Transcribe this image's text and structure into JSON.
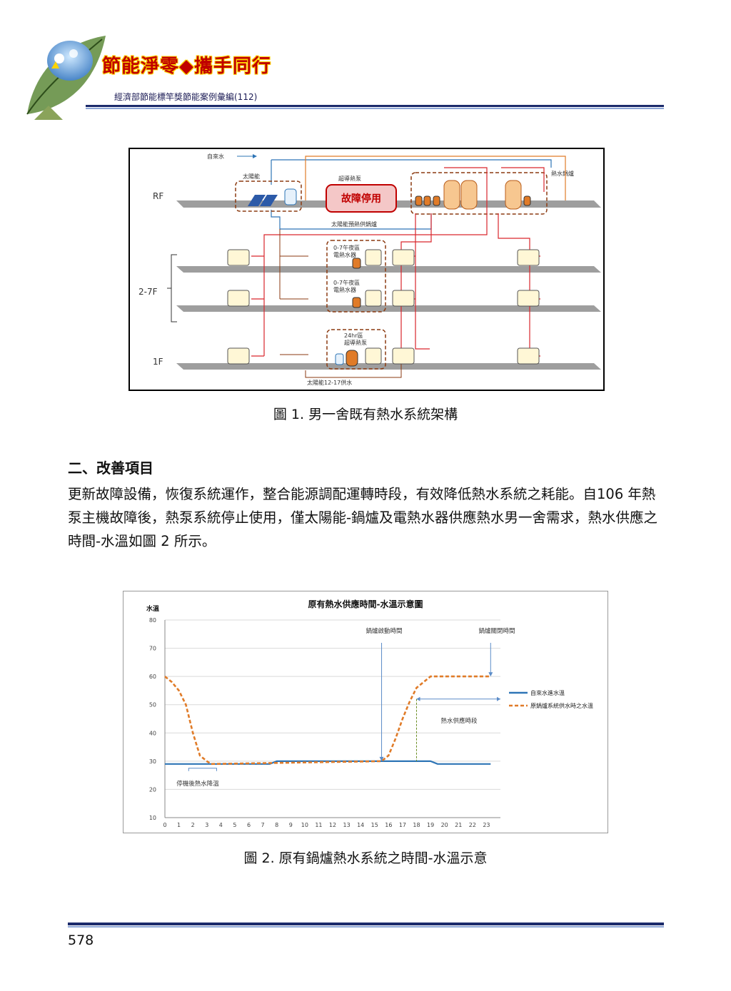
{
  "header": {
    "slogan": "節能淨零◆攜手同行",
    "subtitle": "經濟部節能標竿獎節能案例彙編(112)"
  },
  "figure1": {
    "floors": [
      "RF",
      "2-7F",
      "1F"
    ],
    "labels": {
      "tap_water": "自來水",
      "solar": "太陽能",
      "super_heat_pump": "超導熱泵",
      "fault_badge": "故障停用",
      "hot_water_boiler": "熱水鍋爐",
      "solar_preheat": "太陽能預熱供鍋爐",
      "night_zone_a": "0-7午夜區",
      "electric_heater_a": "電熱水器",
      "night_zone_b": "0-7午夜區",
      "electric_heater_b": "電熱水器",
      "zone_24hr": "24hr區",
      "super_heat_pump_1f": "超導熱泵",
      "solar_supply": "太陽能12-17供水"
    },
    "caption": "圖 1. 男一舍既有熱水系統架構"
  },
  "section": {
    "title": "二、改善項目",
    "paragraph": "更新故障設備，恢復系統運作，整合能源調配運轉時段，有效降低熱水系統之耗能。自106 年熱泵主機故障後，熱泵系統停止使用，僅太陽能-鍋爐及電熱水器供應熱水男一舍需求，熱水供應之時間-水溫如圖 2 所示。"
  },
  "chart_data": {
    "type": "line",
    "title": "原有熱水供應時間-水溫示意圖",
    "ylabel": "水溫",
    "xlabel": "",
    "ylim": [
      10,
      80
    ],
    "yticks": [
      10,
      20,
      30,
      40,
      50,
      60,
      70,
      80
    ],
    "xlim": [
      0,
      24
    ],
    "xticks": [
      0,
      1,
      2,
      3,
      4,
      5,
      6,
      7,
      8,
      9,
      10,
      11,
      12,
      13,
      14,
      15,
      16,
      17,
      18,
      19,
      20,
      21,
      22,
      23
    ],
    "grid": true,
    "legend_position": "right",
    "series": [
      {
        "name": "自來水進水溫",
        "color": "#2e75b6",
        "style": "solid",
        "x": [
          0,
          1,
          2,
          3,
          4,
          5,
          6,
          7,
          7.5,
          8,
          9,
          10,
          11,
          12,
          13,
          14,
          15,
          16,
          17,
          18,
          19,
          19.5,
          20,
          21,
          22,
          23.3
        ],
        "y": [
          29,
          29,
          29,
          29,
          29,
          29,
          29,
          29,
          29,
          30,
          30,
          30,
          30,
          30,
          30,
          30,
          30,
          30,
          30,
          30,
          30,
          29,
          29,
          29,
          29,
          29
        ]
      },
      {
        "name": "原鍋爐系統供水時之水溫",
        "color": "#e07b28",
        "style": "dashed",
        "x": [
          0,
          0.5,
          1,
          1.5,
          2,
          2.5,
          3,
          3.3,
          15.5,
          16,
          16.5,
          17,
          17.5,
          18,
          18.5,
          19,
          20,
          21,
          22,
          23.3
        ],
        "y": [
          60,
          58,
          55,
          50,
          40,
          32,
          30,
          29,
          30,
          32,
          38,
          45,
          51,
          56,
          58,
          60,
          60,
          60,
          60,
          60
        ]
      }
    ],
    "annotations": {
      "boiler_start": "鍋爐啟動時間",
      "boiler_stop": "鍋爐關閉時間",
      "supply_period": "熱水供應時段",
      "cooldown": "停機後熱水降溫"
    },
    "caption": "圖 2. 原有鍋爐熱水系統之時間-水溫示意"
  },
  "footer": {
    "page_number": "578"
  },
  "colors": {
    "brand_red": "#c00000",
    "navy": "#1b2a6b",
    "pipe_red": "#d9262c",
    "pipe_blue": "#2e75b6",
    "pipe_orange": "#e07b28",
    "fault_fill": "#f4c7c7"
  }
}
